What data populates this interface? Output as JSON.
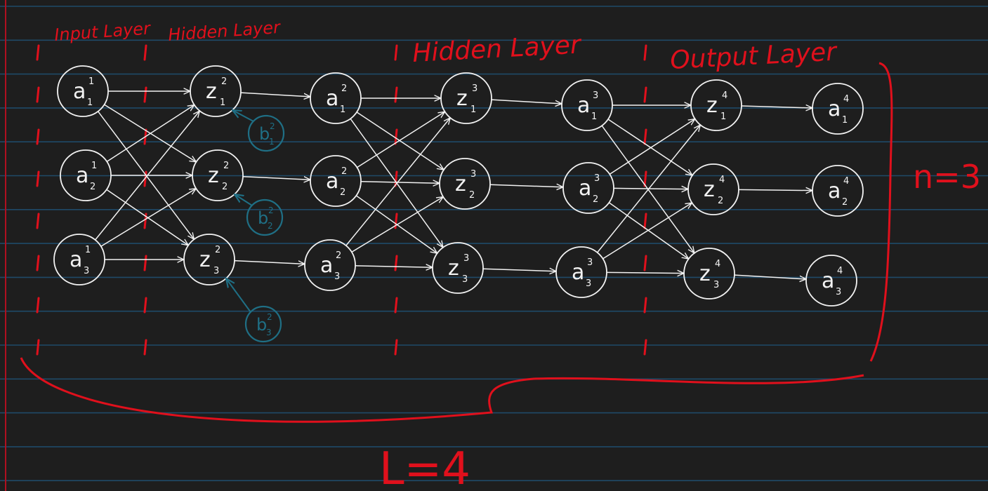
{
  "colors": {
    "background": "#1e1e1e",
    "rule_line": "#1f4a68",
    "margin_line": "#b01020",
    "ink_white": "#f2f2f2",
    "ink_red": "#e0101c",
    "ink_teal": "#1f6f85"
  },
  "labels": {
    "input_layer": "Input Layer",
    "hidden_layer_1": "Hidden Layer",
    "hidden_layer_2": "Hidden Layer",
    "output_layer": "Output Layer",
    "neurons_per_layer": "n=3",
    "num_layers": "L=4"
  },
  "columns": [
    {
      "var": "a",
      "layer": "1",
      "nodes": [
        "1",
        "2",
        "3"
      ]
    },
    {
      "var": "z",
      "layer": "2",
      "nodes": [
        "1",
        "2",
        "3"
      ]
    },
    {
      "var": "a",
      "layer": "2",
      "nodes": [
        "1",
        "2",
        "3"
      ]
    },
    {
      "var": "z",
      "layer": "3",
      "nodes": [
        "1",
        "2",
        "3"
      ]
    },
    {
      "var": "a",
      "layer": "3",
      "nodes": [
        "1",
        "2",
        "3"
      ]
    },
    {
      "var": "z",
      "layer": "4",
      "nodes": [
        "1",
        "2",
        "3"
      ]
    },
    {
      "var": "a",
      "layer": "4",
      "nodes": [
        "1",
        "2",
        "3"
      ]
    }
  ],
  "biases": [
    {
      "var": "b",
      "layer": "2",
      "index": "1"
    },
    {
      "var": "b",
      "layer": "2",
      "index": "2"
    },
    {
      "var": "b",
      "layer": "2",
      "index": "3"
    }
  ]
}
